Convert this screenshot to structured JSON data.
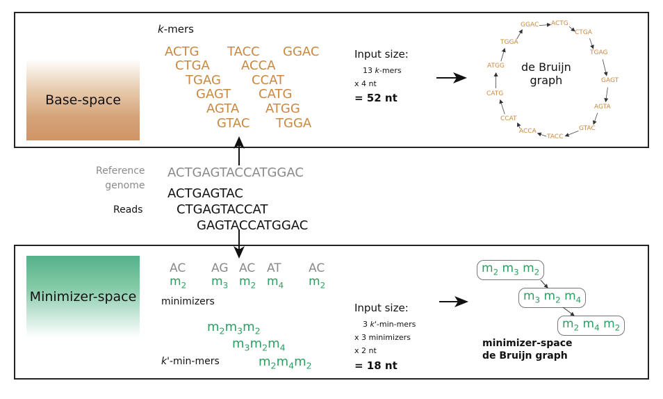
{
  "top": {
    "label": "Base-space",
    "kmers_heading_italic": "k",
    "kmers_heading_rest": "-mers",
    "kmers": [
      {
        "text": "ACTG"
      },
      {
        "text": "TACC"
      },
      {
        "text": "GGAC"
      },
      {
        "text": "CTGA"
      },
      {
        "text": "ACCA"
      },
      {
        "text": "TGAG"
      },
      {
        "text": "CCAT"
      },
      {
        "text": "GAGT"
      },
      {
        "text": "CATG"
      },
      {
        "text": "AGTA"
      },
      {
        "text": "ATGG"
      },
      {
        "text": "GTAC"
      },
      {
        "text": "TGGA"
      }
    ],
    "input_title": "Input size:",
    "input_line1_pre": "13 ",
    "input_line1_italic": "k",
    "input_line1_post": "-mers",
    "input_line2": "x 4 nt",
    "input_result": "= 52 nt",
    "graph_title_1": "de Bruijn",
    "graph_title_2": "graph",
    "ring_nodes": [
      "GGAC",
      "ACTG",
      "CTGA",
      "TGAG",
      "GAGT",
      "AGTA",
      "GTAC",
      "TACC",
      "ACCA",
      "CCAT",
      "CATG",
      "ATGG",
      "TGGA"
    ]
  },
  "middle": {
    "reference_label_1": "Reference",
    "reference_label_2": "genome",
    "reference_seq": "ACTGAGTACCATGGAC",
    "reads_label": "Reads",
    "reads": [
      "ACTGAGTAC",
      "CTGAGTACCAT",
      "GAGTACCATGGAC"
    ]
  },
  "bottom": {
    "label": "Minimizer-space",
    "minimizer_seqs": [
      "AC",
      "AG",
      "AC",
      "AT",
      "AC"
    ],
    "minimizer_ids": [
      {
        "m": "m",
        "sub": "2"
      },
      {
        "m": "m",
        "sub": "3"
      },
      {
        "m": "m",
        "sub": "2"
      },
      {
        "m": "m",
        "sub": "4"
      },
      {
        "m": "m",
        "sub": "2"
      }
    ],
    "minimizers_label": "minimizers",
    "kmin_label_italic": "k",
    "kmin_label_rest": "'-min-mers",
    "kmin_mers": [
      [
        {
          "m": "m",
          "sub": "2"
        },
        {
          "m": "m",
          "sub": "3"
        },
        {
          "m": "m",
          "sub": "2"
        }
      ],
      [
        {
          "m": "m",
          "sub": "3"
        },
        {
          "m": "m",
          "sub": "2"
        },
        {
          "m": "m",
          "sub": "4"
        }
      ],
      [
        {
          "m": "m",
          "sub": "2"
        },
        {
          "m": "m",
          "sub": "4"
        },
        {
          "m": "m",
          "sub": "2"
        }
      ]
    ],
    "input_title": "Input size:",
    "input_line1_pre": "3 ",
    "input_line1_italic": "k",
    "input_line1_post": "'-min-mers",
    "input_line2": "x 3 minimizers",
    "input_line3": "x 2 nt",
    "input_result": "= 18 nt",
    "graph_nodes": [
      [
        {
          "m": "m",
          "sub": "2"
        },
        {
          "m": "m",
          "sub": "3"
        },
        {
          "m": "m",
          "sub": "2"
        }
      ],
      [
        {
          "m": "m",
          "sub": "3"
        },
        {
          "m": "m",
          "sub": "2"
        },
        {
          "m": "m",
          "sub": "4"
        }
      ],
      [
        {
          "m": "m",
          "sub": "2"
        },
        {
          "m": "m",
          "sub": "4"
        },
        {
          "m": "m",
          "sub": "2"
        }
      ]
    ],
    "graph_caption_1": "minimizer-space",
    "graph_caption_2": "de Bruijn graph"
  }
}
